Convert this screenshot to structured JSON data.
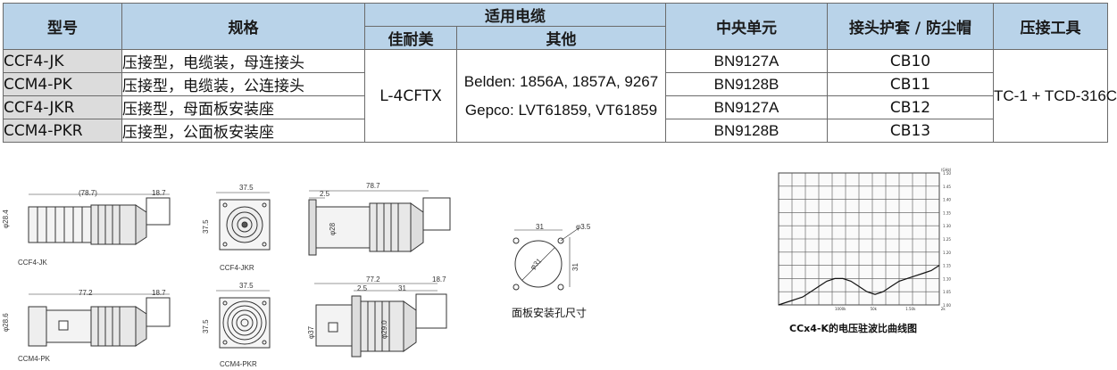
{
  "table": {
    "headers": {
      "model": "型号",
      "spec": "规格",
      "cable": "适用电缆",
      "cable_jnm": "佳耐美",
      "cable_other": "其他",
      "center": "中央单元",
      "boot": "接头护套 / 防尘帽",
      "tool": "压接工具"
    },
    "rows": [
      {
        "model": "CCF4-JK",
        "spec": "压接型，电缆装，母连接头",
        "center": "BN9127A",
        "boot": "CB10"
      },
      {
        "model": "CCM4-PK",
        "spec": "压接型，电缆装，公连接头",
        "center": "BN9128B",
        "boot": "CB11"
      },
      {
        "model": "CCF4-JKR",
        "spec": "压接型，母面板安装座",
        "center": "BN9127A",
        "boot": "CB12"
      },
      {
        "model": "CCM4-PKR",
        "spec": "压接型，公面板安装座",
        "center": "BN9128B",
        "boot": "CB13"
      }
    ],
    "cable_jnm_value": "L-4CFTX",
    "cable_other_line1": "Belden: 1856A, 1857A, 9267",
    "cable_other_line2": "Gepco: LVT61859, VT61859",
    "tool_value": "TC-1 + TCD-316C"
  },
  "drawings": {
    "ccf4jk": {
      "label": "CCF4-JK",
      "dim_len": "(78.7)",
      "dim_tail": "18.7",
      "dim_dia": "φ28.4"
    },
    "ccm4pk": {
      "label": "CCM4-PK",
      "dim_len": "77.2",
      "dim_tail": "18.7",
      "dim_dia": "φ28.6"
    },
    "ccf4jkr": {
      "label": "CCF4-JKR",
      "dim_w": "37.5",
      "dim_h": "37.5"
    },
    "ccm4pkr": {
      "label": "CCM4-PKR",
      "dim_w": "37.5",
      "dim_h": "37.5"
    },
    "ccf4jkr_side": {
      "dim_len": "78.7",
      "dim_flange": "2.5",
      "dim_dia": "φ28"
    },
    "ccm4pkr_side": {
      "dim_len": "77.2",
      "dim_flange": "2.5",
      "dim_mid": "31",
      "dim_tail": "18.7",
      "dim_dia": "φ37",
      "dim_dia2": "φ29.0"
    },
    "panel_hole": {
      "dim_w": "31",
      "dim_h": "31",
      "dim_hole": "φ3.5",
      "dim_dia": "φ31",
      "caption": "面板安装孔尺寸"
    }
  },
  "vswr_chart": {
    "caption": "CCx4-K的电压驻波比曲线图",
    "unit": "(GHz)"
  },
  "chart_data": {
    "type": "line",
    "title": "CCx4-K的电压驻波比曲线图",
    "y_ticks": [
      "1.50",
      "1.45",
      "1.40",
      "1.35",
      "1.30",
      "1.25",
      "1.20",
      "1.15",
      "1.10",
      "1.05",
      "1.00"
    ],
    "x_ticks": [
      "1000k",
      "50k",
      "1.50k",
      "2k"
    ],
    "ylim": [
      1.0,
      1.5
    ],
    "grid": true,
    "series": [
      {
        "x": [
          0,
          0.05,
          0.1,
          0.15,
          0.2,
          0.25,
          0.3,
          0.35,
          0.4,
          0.45,
          0.5,
          0.55,
          0.6,
          0.65,
          0.7,
          0.75,
          0.8,
          0.85,
          0.9,
          0.95,
          1.0
        ],
        "values": [
          1.0,
          1.01,
          1.02,
          1.03,
          1.05,
          1.07,
          1.09,
          1.1,
          1.1,
          1.09,
          1.07,
          1.05,
          1.04,
          1.05,
          1.07,
          1.09,
          1.1,
          1.11,
          1.12,
          1.13,
          1.15
        ]
      }
    ]
  }
}
